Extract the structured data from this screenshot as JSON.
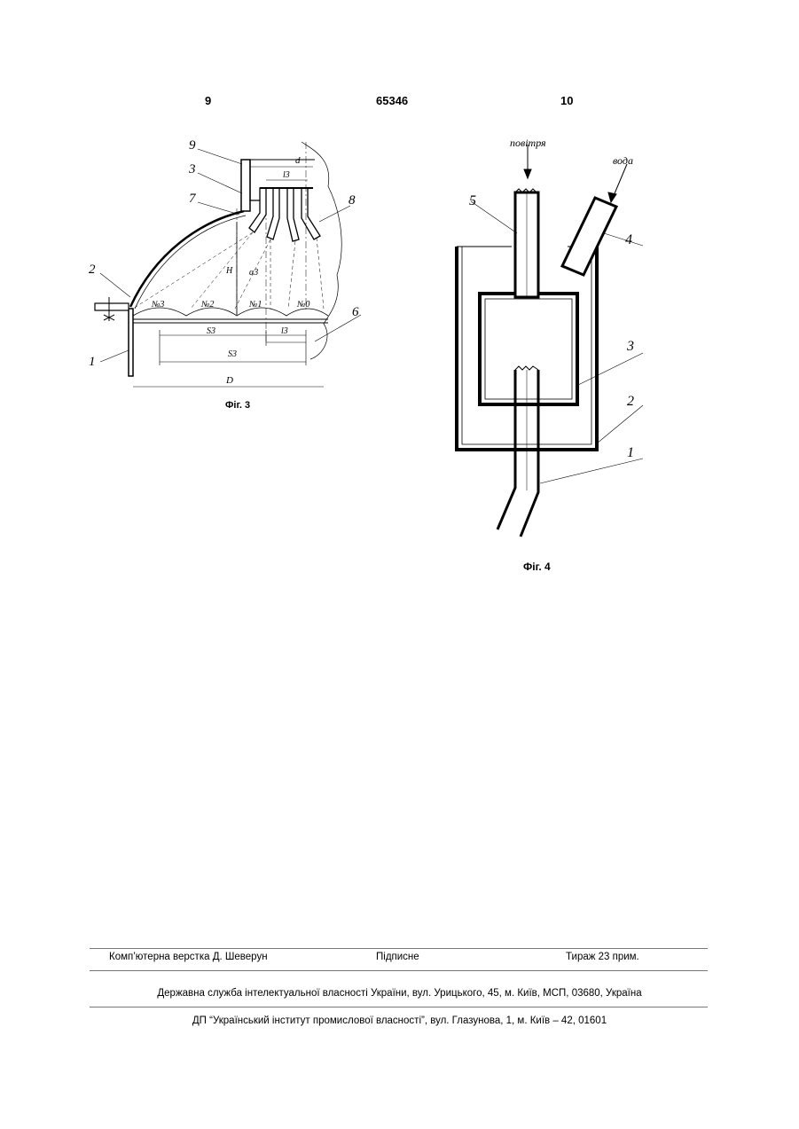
{
  "header": {
    "left_page": "9",
    "patent_number": "65346",
    "right_page": "10"
  },
  "figure3": {
    "caption": "Фіг. 3",
    "labels": {
      "n9": "9",
      "n3": "3",
      "n7": "7",
      "n8": "8",
      "n2": "2",
      "n6": "6",
      "n1": "1",
      "d": "d",
      "l3_top": "l3",
      "H": "H",
      "alpha3": "α3",
      "no3": "№3",
      "no2": "№2",
      "no1": "№1",
      "no0": "№0",
      "S3_mid": "S3",
      "l3_mid": "l3",
      "S3_low": "S3",
      "D": "D"
    }
  },
  "figure4": {
    "caption": "Фіг. 4",
    "labels": {
      "air": "повітря",
      "water": "вода",
      "n5": "5",
      "n4": "4",
      "n3": "3",
      "n2": "2",
      "n1": "1"
    }
  },
  "footer": {
    "compiler": "Комп’ютерна верстка Д. Шеверун",
    "signed": "Підписне",
    "print_run": "Тираж 23 прим.",
    "agency": "Державна служба інтелектуальної власності України, вул. Урицького, 45, м. Київ, МСП, 03680, Україна",
    "institute": "ДП “Український інститут промислової власності”, вул. Глазунова, 1, м. Київ – 42, 01601"
  }
}
